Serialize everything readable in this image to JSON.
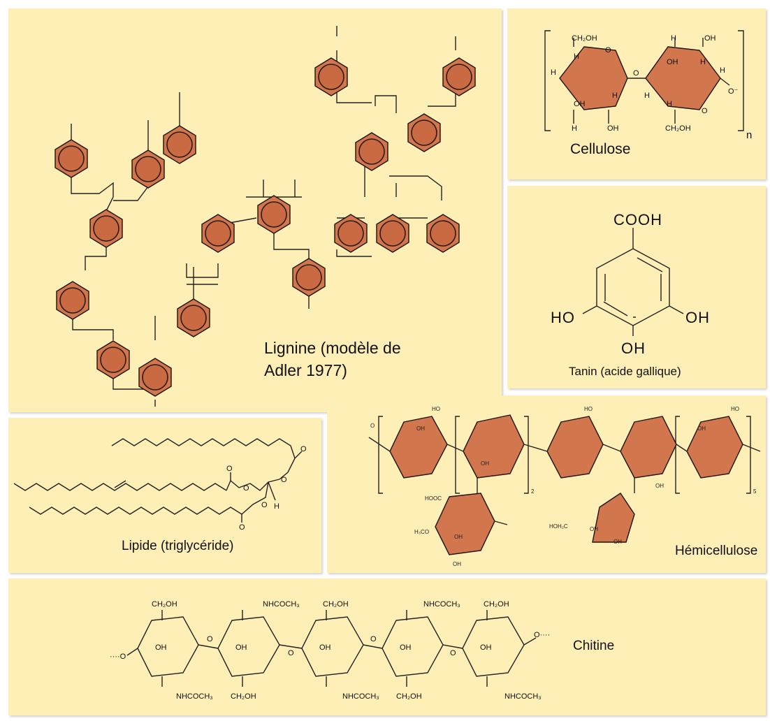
{
  "panels": {
    "lignin": {
      "caption_line1": "Lignine (modèle de",
      "caption_line2": "Adler 1977)"
    },
    "cellulose": {
      "caption": "Cellulose",
      "labels": {
        "ch2oh": "CH₂OH",
        "h": "H",
        "oh": "OH",
        "o": "O",
        "n": "n",
        "o_minus": "O⁻"
      }
    },
    "tannin": {
      "caption": "Tanin (acide gallique)",
      "labels": {
        "cooh": "COOH",
        "ho": "HO",
        "oh": "OH"
      }
    },
    "lipid": {
      "caption": "Lipide (triglycéride)",
      "labels": {
        "o": "O",
        "h": "H"
      }
    },
    "hemicellulose": {
      "caption": "Hémicellulose",
      "labels": {
        "ho": "HO",
        "oh": "OH",
        "o": "O",
        "hooc": "HOOC",
        "h3co": "H₃CO",
        "hoh2c": "HOH₂C",
        "sub2": "2",
        "sub5": "5"
      }
    },
    "chitin": {
      "caption": "Chitine",
      "labels": {
        "ch2oh": "CH₂OH",
        "nhcoch3": "NHCOCH₃",
        "oh": "OH",
        "o": "O",
        "end_left": "····O",
        "end_right": "O····"
      }
    }
  },
  "colors": {
    "panel_bg": "#fdefb6",
    "ring_fill": "#c96a43",
    "ring_stroke": "#2b1a10"
  }
}
